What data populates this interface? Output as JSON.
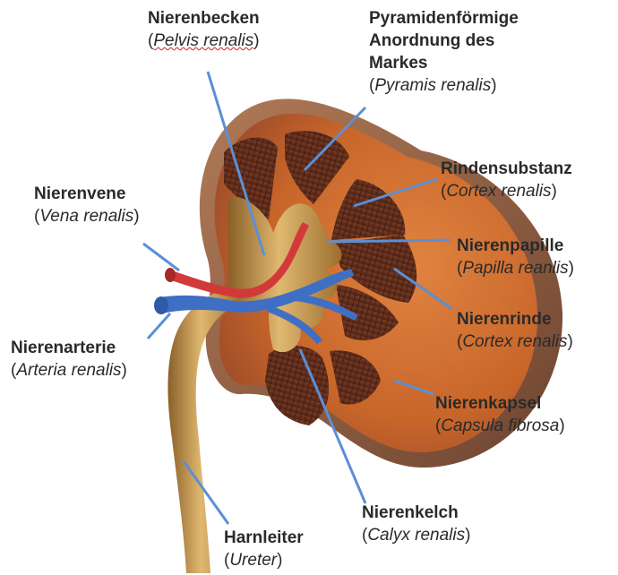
{
  "labels": {
    "pelvis": {
      "name": "Nierenbecken",
      "latin": "Pelvis renalis"
    },
    "pyramid": {
      "name_lines": [
        "Pyramidenförmige",
        "Anordnung des",
        "Markes"
      ],
      "latin": "Pyramis renalis"
    },
    "rindensubstanz": {
      "name": "Rindensubstanz",
      "latin": "Cortex renalis"
    },
    "vene": {
      "name": "Nierenvene",
      "latin": "Vena renalis"
    },
    "papille": {
      "name": "Nierenpapille",
      "latin": "Papilla reanlis"
    },
    "rinde": {
      "name": "Nierenrinde",
      "latin": "Cortex renalis"
    },
    "arterie": {
      "name": "Nierenarterie",
      "latin": "Arteria renalis"
    },
    "kapsel": {
      "name": "Nierenkapsel",
      "latin": "Capsula fibrosa"
    },
    "kelch": {
      "name": "Nierenkelch",
      "latin": "Calyx renalis"
    },
    "harnleiter": {
      "name": "Harnleiter",
      "latin": "Ureter"
    }
  },
  "colors": {
    "leader_line": "#5b8fd6",
    "cortex": "#c8662a",
    "capsule": "#8a5a3a",
    "medulla_pyramid": "#6b3420",
    "pelvis": "#c99a4e",
    "vein": "#3f6fc4",
    "artery": "#d23a3a"
  },
  "icons": {
    "spell_underline": "wavy-red-underline"
  }
}
